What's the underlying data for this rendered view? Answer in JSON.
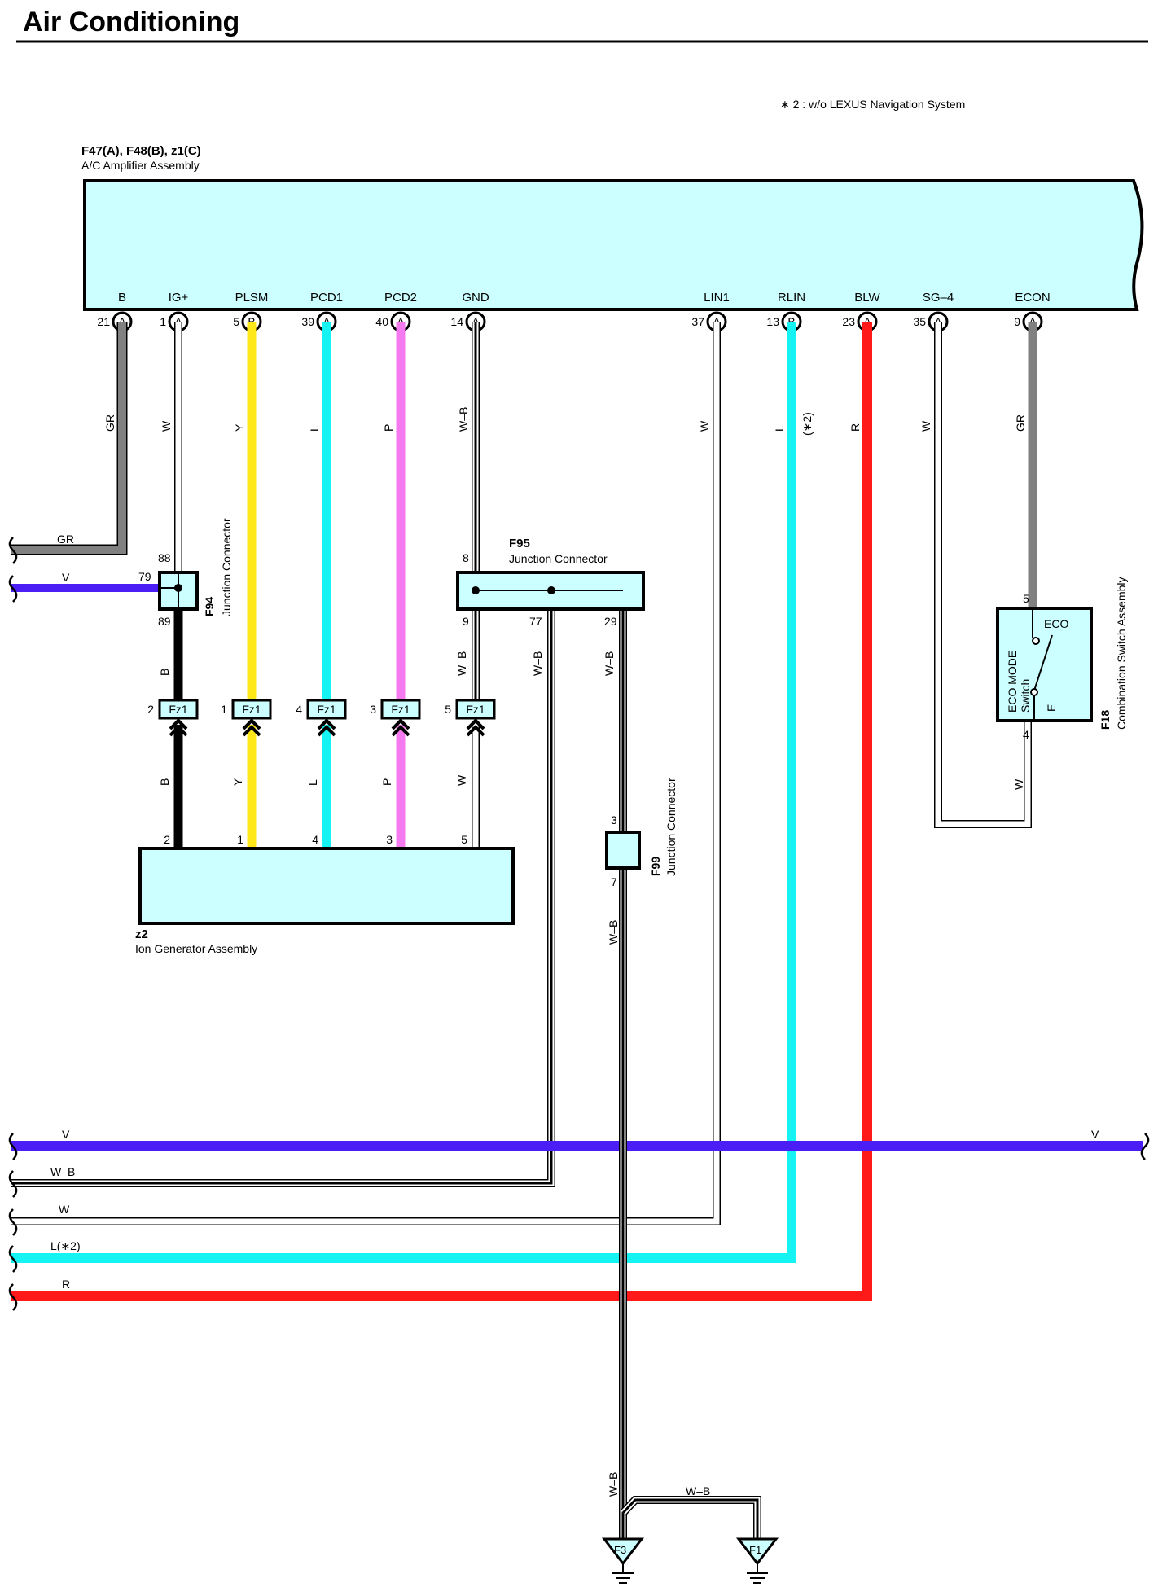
{
  "page": {
    "title": "Air Conditioning",
    "note": "∗ 2 : w/o LEXUS Navigation System"
  },
  "components": {
    "amplifier": {
      "code": "F47(A), F48(B), z1(C)",
      "name": "A/C Amplifier Assembly"
    },
    "ion_generator": {
      "code": "z2",
      "name": "Ion Generator Assembly"
    },
    "f94": {
      "code": "F94",
      "name": "Junction Connector"
    },
    "f95": {
      "code": "F95",
      "name": "Junction Connector"
    },
    "f99": {
      "code": "F99",
      "name": "Junction Connector"
    },
    "f18": {
      "code": "F18",
      "name": "Combination Switch Assembly"
    },
    "eco_switch": {
      "name_line1": "ECO MODE",
      "name_line2": "Switch",
      "eco_pin": "ECO",
      "e_pin": "E"
    }
  },
  "amplifier_terminals": [
    {
      "signal": "B",
      "pin": "21",
      "conn": "A",
      "wire": "GR",
      "color": "#808080"
    },
    {
      "signal": "IG+",
      "pin": "1",
      "conn": "A",
      "wire": "W",
      "color": "#ffffff"
    },
    {
      "signal": "PLSM",
      "pin": "5",
      "conn": "B",
      "wire": "Y",
      "color": "#ffe81a"
    },
    {
      "signal": "PCD1",
      "pin": "39",
      "conn": "A",
      "wire": "L",
      "color": "#16f3f3"
    },
    {
      "signal": "PCD2",
      "pin": "40",
      "conn": "A",
      "wire": "P",
      "color": "#f57af0"
    },
    {
      "signal": "GND",
      "pin": "14",
      "conn": "A",
      "wire": "W–B",
      "color": "#000000"
    },
    {
      "signal": "LIN1",
      "pin": "37",
      "conn": "A",
      "wire": "W",
      "color": "#ffffff"
    },
    {
      "signal": "RLIN",
      "pin": "13",
      "conn": "B",
      "wire": "L",
      "wire_note": "(∗2)",
      "color": "#16f3f3"
    },
    {
      "signal": "BLW",
      "pin": "23",
      "conn": "A",
      "wire": "R",
      "color": "#ff1a1a"
    },
    {
      "signal": "SG–4",
      "pin": "35",
      "conn": "A",
      "wire": "W",
      "color": "#ffffff"
    },
    {
      "signal": "ECON",
      "pin": "9",
      "conn": "A",
      "wire": "GR",
      "color": "#808080"
    }
  ],
  "left_wires": {
    "gr": "GR",
    "v": "V"
  },
  "f94_pins": {
    "top": "88",
    "left": "79",
    "bottom": "89"
  },
  "f95_pins": {
    "top": "8",
    "p1": "9",
    "p2": "77",
    "p3": "29"
  },
  "f99_pins": {
    "top": "3",
    "bottom": "7"
  },
  "f18_pins": {
    "top": "5",
    "bottom": "4"
  },
  "fz1_connectors": [
    {
      "label": "Fz1",
      "pin": "2"
    },
    {
      "label": "Fz1",
      "pin": "1"
    },
    {
      "label": "Fz1",
      "pin": "4"
    },
    {
      "label": "Fz1",
      "pin": "3"
    },
    {
      "label": "Fz1",
      "pin": "5"
    }
  ],
  "ion_pins": [
    "2",
    "1",
    "4",
    "3",
    "5"
  ],
  "mid_wire_labels": [
    "B",
    "Y",
    "L",
    "P",
    "W"
  ],
  "upper_wire_labels": [
    "B",
    "W–B",
    "W–B",
    "W–B"
  ],
  "eco_lower_wire": "W",
  "f99_wire": "W–B",
  "bottom_buses": [
    {
      "label": "V",
      "label_right": "V",
      "color": "#4a1ef5"
    },
    {
      "label": "W–B",
      "color": "#000000"
    },
    {
      "label": "W",
      "color": "#ffffff"
    },
    {
      "label": "L(∗2)",
      "color": "#16f3f3"
    },
    {
      "label": "R",
      "color": "#ff1a1a"
    }
  ],
  "grounds": [
    {
      "label": "F3",
      "wire": "W–B"
    },
    {
      "label": "F1",
      "wire": "W–B"
    }
  ]
}
